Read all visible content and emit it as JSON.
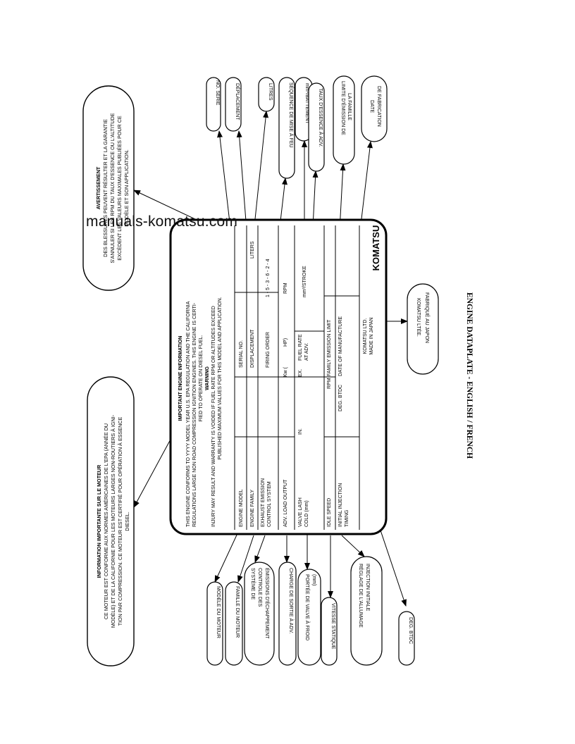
{
  "caption": "ENGINE DATAPLATE - ENGLISH / FRENCH",
  "watermark": "manuals-komatsu.com",
  "warning_bubble": {
    "title": "AVERTISSEMENT",
    "lines": [
      "DES BLESSURES PEUVENT RÉSULTER ET LA GARANTIE",
      "S'ANNULER SI LES RPM DU TAUX D'ESSENCE OU L'ALTITUDE",
      "EXCÈDENT LES VALEURS MAXIMALES PUBLIÉES POUR CE",
      "MODÈLE ET SON APPLICATION."
    ]
  },
  "info_bubble": {
    "title": "INFORMATION IMPORTANTE SUR LE MOTEUR",
    "lines": [
      "CE MOTEUR EST CONFORME AUX NORMES AMÉRICAINES DE L'EPA (ANNÉE DU",
      "MODÈLE) ET DE LA CALIFORNIE POUR LES MOTEURS LARGES NON-ROUTIERS À IGNI-",
      "TION PAR COMPRESSION. CE MOTEUR EST CERTIFIÉ POUR OPÉRATION À ESSENCE",
      "DIESEL."
    ]
  },
  "plate": {
    "title": "IMPORTANT ENGINE INFORMATION",
    "conformity": [
      "THIS ENGINE CONFORMS TO YYYY MODEL YEAR U.S. EPA REGULATION AND THE CALIFORNIA",
      "REGULATIONS LARGE NON ROAD COMPRESSION IGNITION ENGINES. THIS ENGINE IS CERTI-",
      "FIED TO OPERATE ON DIESEL FUEL."
    ],
    "warning_title": "WARNING",
    "warning": [
      "INJURY MAY RESULT AND WARRANTY IS VOIDED IF FUEL RATE RPM OR ALTITUDES EXCEED",
      "PUBLISHED MAXIMUM VALUES FOR THIS MODEL AND APPLICATION."
    ],
    "fields": {
      "engine_model": "ENGINE MODEL",
      "serial_no": "SERIAL NO.",
      "engine_family": "ENGINE FAMILY",
      "displacement": "DISPLACEMENT",
      "liters": "LITERS",
      "exhaust_1": "EXHAUST EMISSION",
      "exhaust_2": "CONTROL SYSTEM",
      "firing_order": "FIRING ORDER",
      "firing_sequence": "1 - 5 - 3 - 6 - 2 - 4",
      "adv_load": "ADV. LOAD OUTPUT",
      "kw": "Kw (",
      "hp": "HP)",
      "rpm": "RPM",
      "valve_1": "VALVE LASH",
      "valve_2": "COLD (mm)",
      "in": "IN.",
      "ex": "EX.",
      "fuel_rate_1": "FUEL RATE",
      "fuel_rate_2": "AT ADV.",
      "stroke": "mm³/STROKE",
      "idle_speed": "IDLE SPEED",
      "idle_rpm": "RPM",
      "family_limit": "FAMILY EMISSION LIMIT",
      "injection_1": "INITIAL INJECTION",
      "injection_2": "TIMING",
      "deg_btdc": "DEG. BTDC",
      "date_manufacture": "DATE OF MANUFACTURE",
      "maker": "KOMATSU LTD.",
      "made_in": "MADE IN JAPAN",
      "logo": "KOMATSU"
    }
  },
  "callouts_top": [
    {
      "label": "NO. SÉRIE"
    },
    {
      "label": "DÉPLACEMENT"
    },
    {
      "label": "LITRES"
    },
    {
      "label": "SÉQUENCE DE MISE À FEU"
    },
    {
      "label": "mm³/BATTEMENT"
    },
    {
      "label": "TAUX D'ESSENCE À ADV."
    },
    {
      "label_1": "LIMITE D'ÉMISSION DE",
      "label_2": "LA FAMILLE"
    },
    {
      "label_1": "DATE",
      "label_2": "DE FABRICATION"
    }
  ],
  "callouts_bottom": [
    {
      "label": "MODÈLE DU MOTEUR"
    },
    {
      "label": "FAMILLE DU MOTEUR"
    },
    {
      "label_1": "SYSTÈME DE",
      "label_2": "CONTROLE DES",
      "label_3": "ÉMISSIONS D'ÉCHAPPEMENT"
    },
    {
      "label": "CHARGE DE SORTIE À ADV."
    },
    {
      "label_1": "PORTÉE DE VALVE À FROID",
      "label_2": "(mm)"
    },
    {
      "label": "VITESSE STATIQUE"
    },
    {
      "label_1": "RÉGLAGE DE L'ALLUMAGE",
      "label_2": "INJECTION INITIALE"
    },
    {
      "label": "DEG. BTDC"
    }
  ],
  "callout_right": {
    "label_1": "KOMATSU LTÉE.",
    "label_2": "FABRIQUÉ AU JAPON"
  }
}
